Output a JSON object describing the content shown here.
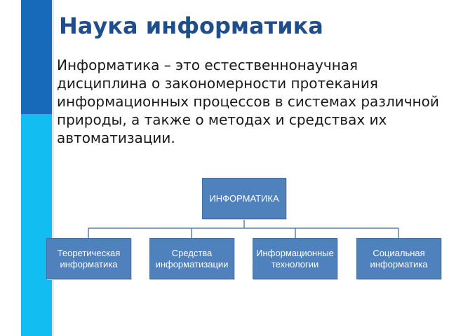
{
  "slide": {
    "title": "Наука информатика",
    "definition": "Информатика – это естественнонаучная дисциплина о закономерности протекания информационных процессов в системах различной природы, а также о методах и средствах их автоматизации.",
    "colors": {
      "title": "#1f4e8c",
      "accent_dark_blue": "#1769b9",
      "accent_light_blue": "#12bdf2",
      "box_fill": "#4f81bd",
      "connector": "#5d7fa6"
    }
  },
  "diagram": {
    "root": {
      "label": "ИНФОРМАТИКА"
    },
    "children": [
      {
        "label": "Теоретическая\nинформатика"
      },
      {
        "label": "Средства\nинформатизации"
      },
      {
        "label": "Информационные\nтехнологии"
      },
      {
        "label": "Социальная\nинформатика"
      }
    ]
  }
}
